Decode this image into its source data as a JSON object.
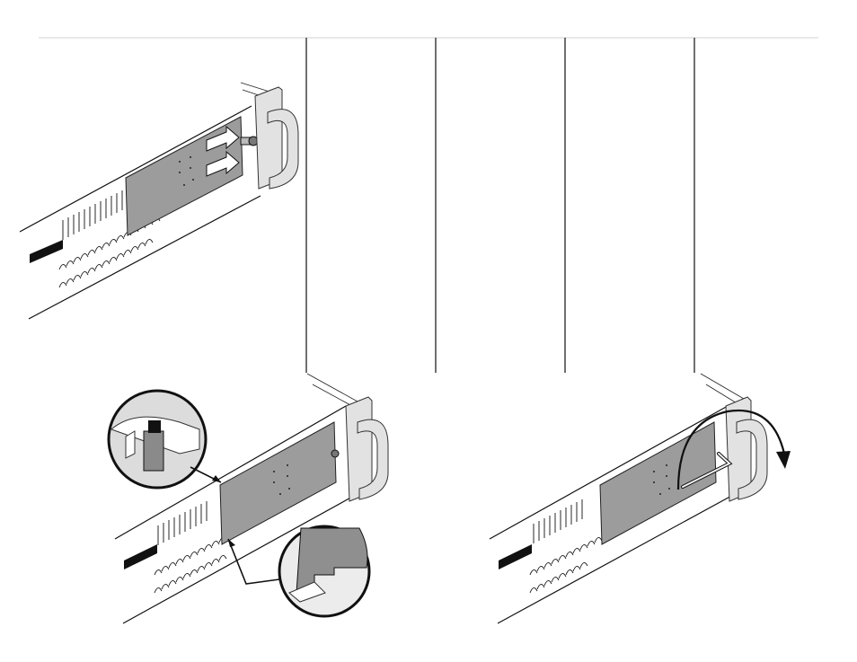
{
  "figure": {
    "steps": [
      {
        "id": "step-1",
        "description_visible": ""
      },
      {
        "id": "step-2",
        "description_visible": ""
      },
      {
        "id": "step-3",
        "description_visible": ""
      }
    ],
    "colors": {
      "line": "#111111",
      "panel": "#9c9c9c",
      "handle": "#e2e2e2",
      "light_gray": "#cfcfcf",
      "rule": "#d0d0d0"
    },
    "icons": [
      "arrow-right-icon",
      "rotation-arrow-icon",
      "detail-callout",
      "allen-key-icon",
      "thumbscrew-icon"
    ]
  }
}
